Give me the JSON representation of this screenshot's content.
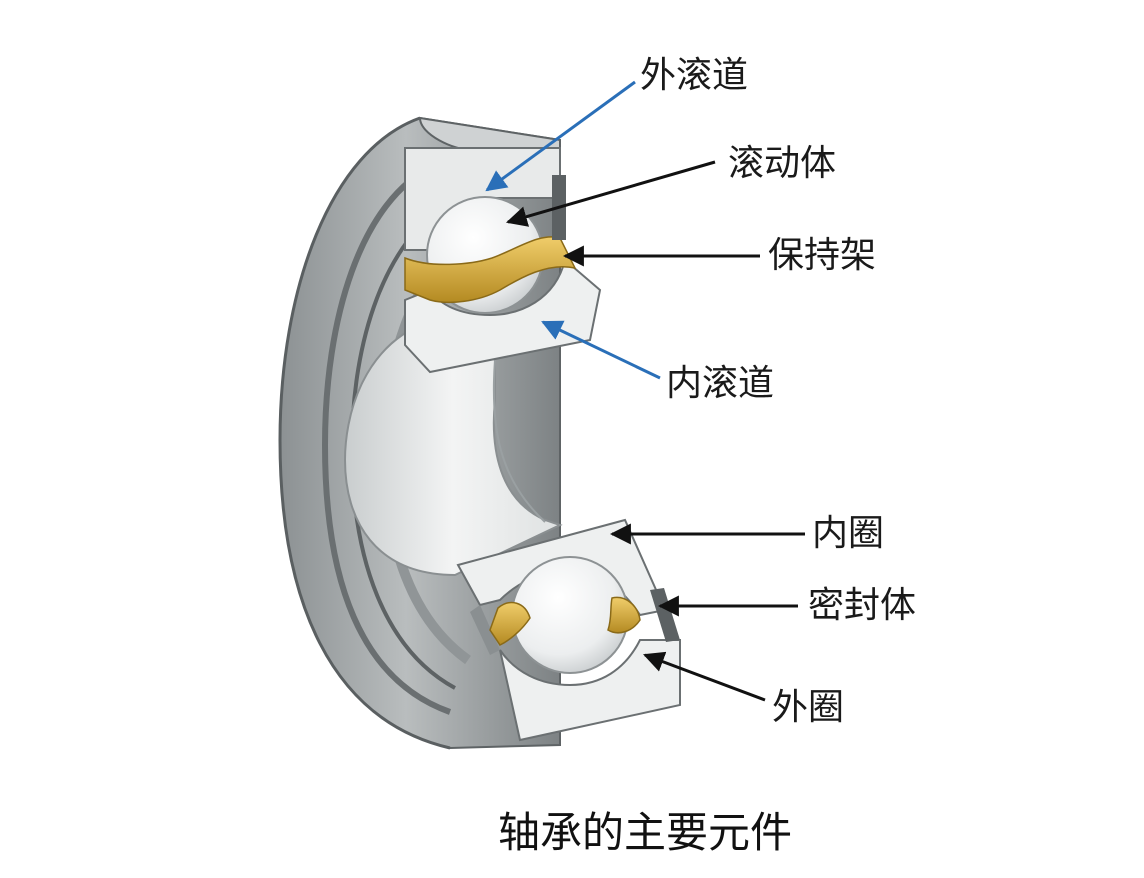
{
  "diagram": {
    "labels": {
      "outer_raceway": "外滚道",
      "rolling_element": "滚动体",
      "cage": "保持架",
      "inner_raceway": "内滚道",
      "inner_ring": "内圈",
      "seal": "密封体",
      "outer_ring": "外圈"
    },
    "caption": "轴承的主要元件",
    "colors": {
      "leader_blue": "#2a6fb8",
      "leader_black": "#111111",
      "steel_light": "#e4e6e6",
      "steel_mid": "#aeb2b3",
      "steel_dark": "#6d7274",
      "cage_gold": "#d8ac3a",
      "ball_white": "#f4f5f6"
    }
  }
}
